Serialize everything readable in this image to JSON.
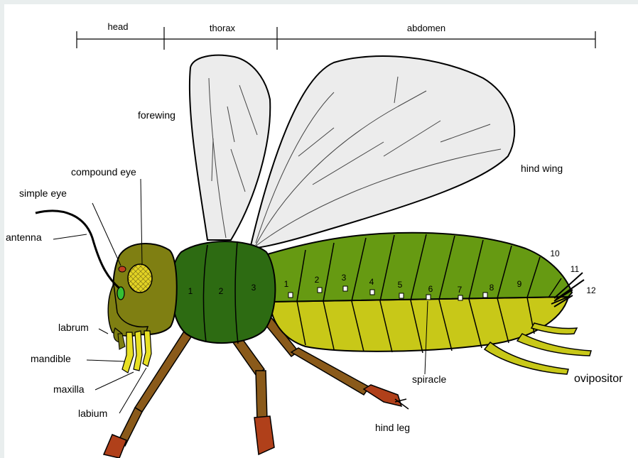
{
  "regions": {
    "head": "head",
    "thorax": "thorax",
    "abdomen": "abdomen"
  },
  "labels": {
    "forewing": "forewing",
    "hind_wing": "hind wing",
    "compound_eye": "compound eye",
    "simple_eye": "simple eye",
    "antenna": "antenna",
    "labrum": "labrum",
    "mandible": "mandible",
    "maxilla": "maxilla",
    "labium": "labium",
    "spiracle": "spiracle",
    "hind_leg": "hind leg",
    "ovipositor": "ovipositor"
  },
  "thorax_segments": [
    "1",
    "2",
    "3"
  ],
  "abdomen_segments": [
    "1",
    "2",
    "3",
    "4",
    "5",
    "6",
    "7",
    "8",
    "9",
    "10",
    "11",
    "12"
  ],
  "colors": {
    "background": "#e9eeee",
    "panel": "#ffffff",
    "head": "#7f7f12",
    "thorax": "#2d6b12",
    "abdomen_top": "#669a12",
    "abdomen_bottom": "#c8c818",
    "wing": "#ececec",
    "leg": "#8a5a1a",
    "foot": "#b0401a",
    "eye": "#e0d020"
  }
}
